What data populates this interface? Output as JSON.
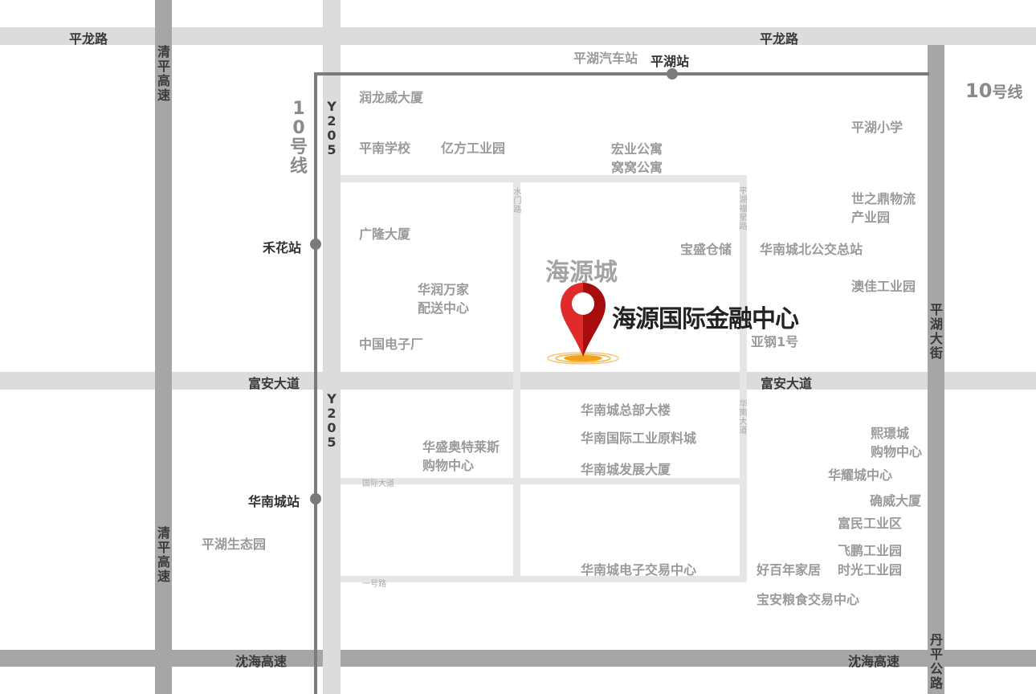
{
  "roads": {
    "pinglong_road": "平龙路",
    "fuan_avenue": "富安大道",
    "shenhai_expressway": "沈海高速",
    "qingping_expressway": "清平高速",
    "pinghu_street": "平湖大街",
    "danping_road": "丹平公路",
    "y205": "Y205",
    "shuimen_road": "水门路",
    "pinghu_fuxing_road": "平湖福星路",
    "huanan_avenue": "华南大道",
    "guoji_avenue": "国际大道",
    "yihao_road": "一号路"
  },
  "metro": {
    "line_number": "10",
    "line_suffix": "号线",
    "line_vertical_label": "10号线",
    "stations": {
      "pinghu": "平湖站",
      "hehua": "禾花站",
      "huanancheng": "华南城站"
    }
  },
  "pois": {
    "pinghu_bus_station": "平湖汽车站",
    "runlongwei": "润龙威大厦",
    "pingnan_school": "平南学校",
    "yifang_park": "亿方工业园",
    "hongye_apartment": "宏业公寓",
    "wowo_apartment": "窝窝公寓",
    "pinghu_primary": "平湖小学",
    "shizhiding_1": "世之鼎物流",
    "shizhiding_2": "产业园",
    "guanglong": "广隆大厦",
    "baosheng_storage": "宝盛仓储",
    "huanan_north_bus": "华南城北公交总站",
    "aojia_park": "澳佳工业园",
    "huarun_1": "华润万家",
    "huarun_2": "配送中心",
    "yagang": "亚钢1号",
    "china_electronics": "中国电子厂",
    "huanan_hq": "华南城总部大楼",
    "huanan_materials": "华南国际工业原料城",
    "huanan_development": "华南城发展大厦",
    "huasheng_outlets_1": "华盛奥特莱斯",
    "huasheng_outlets_2": "购物中心",
    "xijing_1": "熙璟城",
    "xijing_2": "购物中心",
    "huayao": "华耀城中心",
    "quewei": "确威大厦",
    "fumin_park": "富民工业区",
    "pinghu_eco_park": "平湖生态园",
    "feipeng_park": "飞鹏工业园",
    "haobainian": "好百年家居",
    "shiguang_park": "时光工业园",
    "huanan_electronic_trade": "华南城电子交易中心",
    "baoan_grain": "宝安粮食交易中心"
  },
  "area": {
    "district": "海源城",
    "main": "海源国际金融中心"
  },
  "colors": {
    "road_grey": "#dcdcdc",
    "road_dark": "#a6a6a6",
    "metro_line": "#7b7b7b",
    "pin_red": "#e12b2b",
    "pin_dark_red": "#a80d0d",
    "pin_base": "#f0a21a"
  },
  "icons": {
    "location_pin": "map-pin-icon",
    "station": "station-dot-icon"
  }
}
